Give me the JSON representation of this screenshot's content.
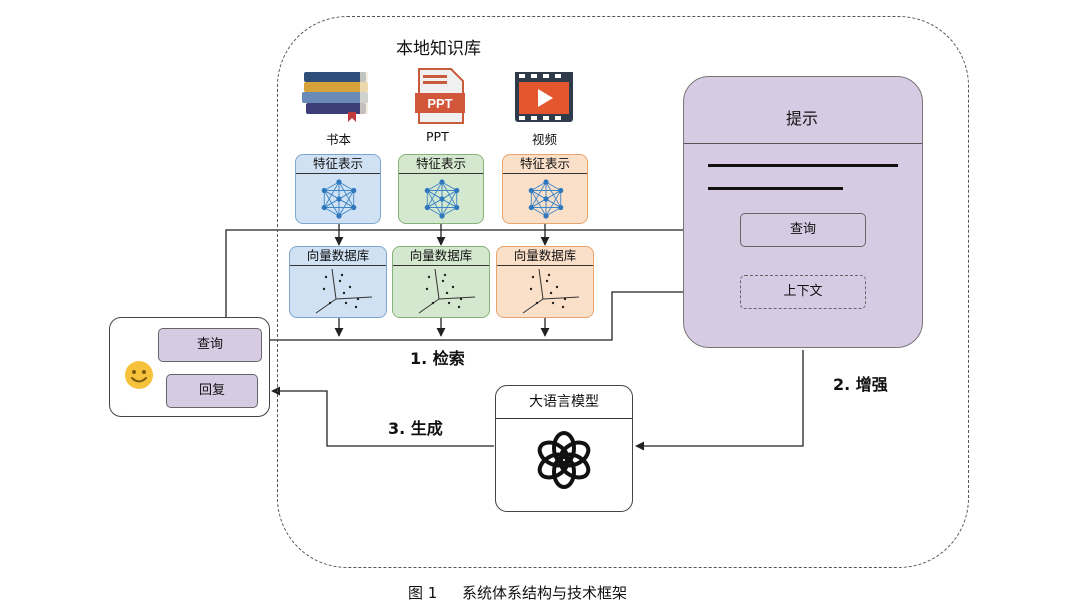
{
  "knowledge_base": {
    "title": "本地知识库"
  },
  "sources": [
    {
      "label": "书本",
      "icon": "books-icon"
    },
    {
      "label": "PPT",
      "icon": "ppt-file-icon",
      "badge": "PPT"
    },
    {
      "label": "视频",
      "icon": "video-file-icon"
    }
  ],
  "feature_panels": [
    {
      "title": "特征表示",
      "color": "#cfe1f3"
    },
    {
      "title": "特征表示",
      "color": "#d4e8cf"
    },
    {
      "title": "特征表示",
      "color": "#fbe0c9"
    }
  ],
  "vector_panels": [
    {
      "title": "向量数据库",
      "color": "#cfe1f3"
    },
    {
      "title": "向量数据库",
      "color": "#d4e8cf"
    },
    {
      "title": "向量数据库",
      "color": "#fbe0c9"
    }
  ],
  "prompt": {
    "title": "提示",
    "query_label": "查询",
    "context_label": "上下文"
  },
  "user": {
    "query_label": "查询",
    "reply_label": "回复",
    "icon": "smiley-icon"
  },
  "llm": {
    "title": "大语言模型",
    "icon": "openai-logo-icon"
  },
  "steps": {
    "retrieve": "1. 检索",
    "augment": "2. 增强",
    "generate": "3. 生成"
  },
  "caption": {
    "label": "图 1",
    "text": "系统体系结构与技术框架"
  }
}
